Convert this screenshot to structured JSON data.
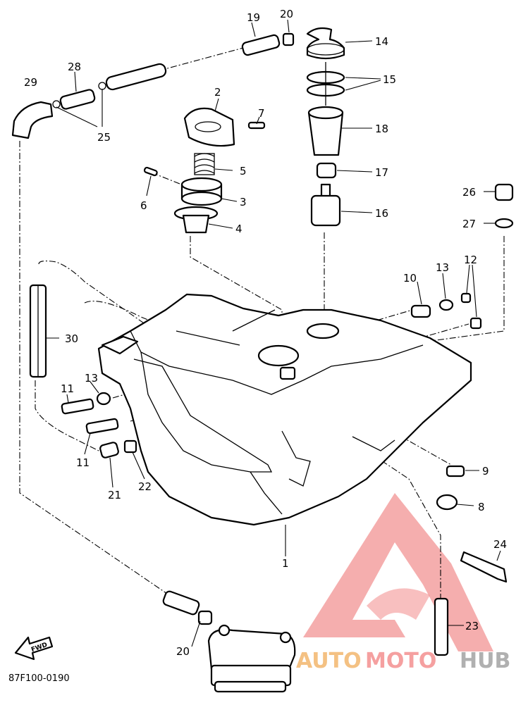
{
  "diagram": {
    "drawing_code": "87F100-0190",
    "fwd_arrow_text": "FWD",
    "part_labels": [
      {
        "key": "l19",
        "text": "19"
      },
      {
        "key": "l20a",
        "text": "20"
      },
      {
        "key": "l14",
        "text": "14"
      },
      {
        "key": "l15",
        "text": "15"
      },
      {
        "key": "l18",
        "text": "18"
      },
      {
        "key": "l17",
        "text": "17"
      },
      {
        "key": "l16",
        "text": "16"
      },
      {
        "key": "l26",
        "text": "26"
      },
      {
        "key": "l27",
        "text": "27"
      },
      {
        "key": "l28",
        "text": "28"
      },
      {
        "key": "l29",
        "text": "29"
      },
      {
        "key": "l25",
        "text": "25"
      },
      {
        "key": "l2",
        "text": "2"
      },
      {
        "key": "l7",
        "text": "7"
      },
      {
        "key": "l5",
        "text": "5"
      },
      {
        "key": "l6",
        "text": "6"
      },
      {
        "key": "l3",
        "text": "3"
      },
      {
        "key": "l4",
        "text": "4"
      },
      {
        "key": "l10",
        "text": "10"
      },
      {
        "key": "l13a",
        "text": "13"
      },
      {
        "key": "l12",
        "text": "12"
      },
      {
        "key": "l30",
        "text": "30"
      },
      {
        "key": "l13b",
        "text": "13"
      },
      {
        "key": "l11a",
        "text": "11"
      },
      {
        "key": "l11b",
        "text": "11"
      },
      {
        "key": "l21",
        "text": "21"
      },
      {
        "key": "l22",
        "text": "22"
      },
      {
        "key": "l9",
        "text": "9"
      },
      {
        "key": "l8",
        "text": "8"
      },
      {
        "key": "l1",
        "text": "1"
      },
      {
        "key": "l24",
        "text": "24"
      },
      {
        "key": "l23",
        "text": "23"
      },
      {
        "key": "l20b",
        "text": "20"
      }
    ]
  },
  "watermark": {
    "part1": "AUTO",
    "part2": "MOTO",
    "part3": "HUB",
    "color_triangle": "#f08080",
    "color_auto": "#f4c183",
    "color_moto": "#f5a0a0",
    "color_hub": "#b0b0b0"
  }
}
